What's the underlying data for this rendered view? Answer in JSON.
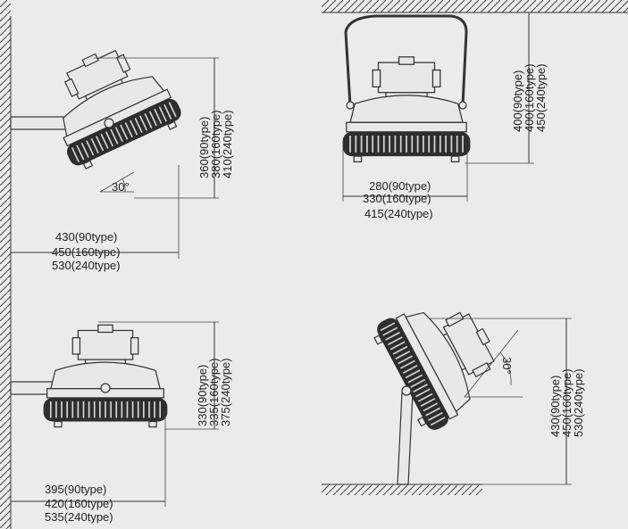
{
  "background": "#ebebeb",
  "line_color": "#333333",
  "views": {
    "wall_tilt": {
      "width_dims": [
        "430(90type)",
        "450(160type)",
        "530(240type)"
      ],
      "height_dims": [
        "360(90type)",
        "380(160type)",
        "410(240type)"
      ],
      "angle": "30°"
    },
    "ceiling": {
      "width_dims": [
        "280(90type)",
        "330(160type)",
        "415(240type)"
      ],
      "height_dims": [
        "400(90type)",
        "400(160type)",
        "450(240type)"
      ]
    },
    "wall_flat": {
      "width_dims": [
        "395(90type)",
        "420(160type)",
        "535(240type)"
      ],
      "height_dims": [
        "330(90type)",
        "335(160type)",
        "375(240type)"
      ]
    },
    "floor_pole": {
      "height_dims": [
        "430(90type)",
        "450(160type)",
        "530(240type)"
      ],
      "angle": "30°"
    }
  }
}
